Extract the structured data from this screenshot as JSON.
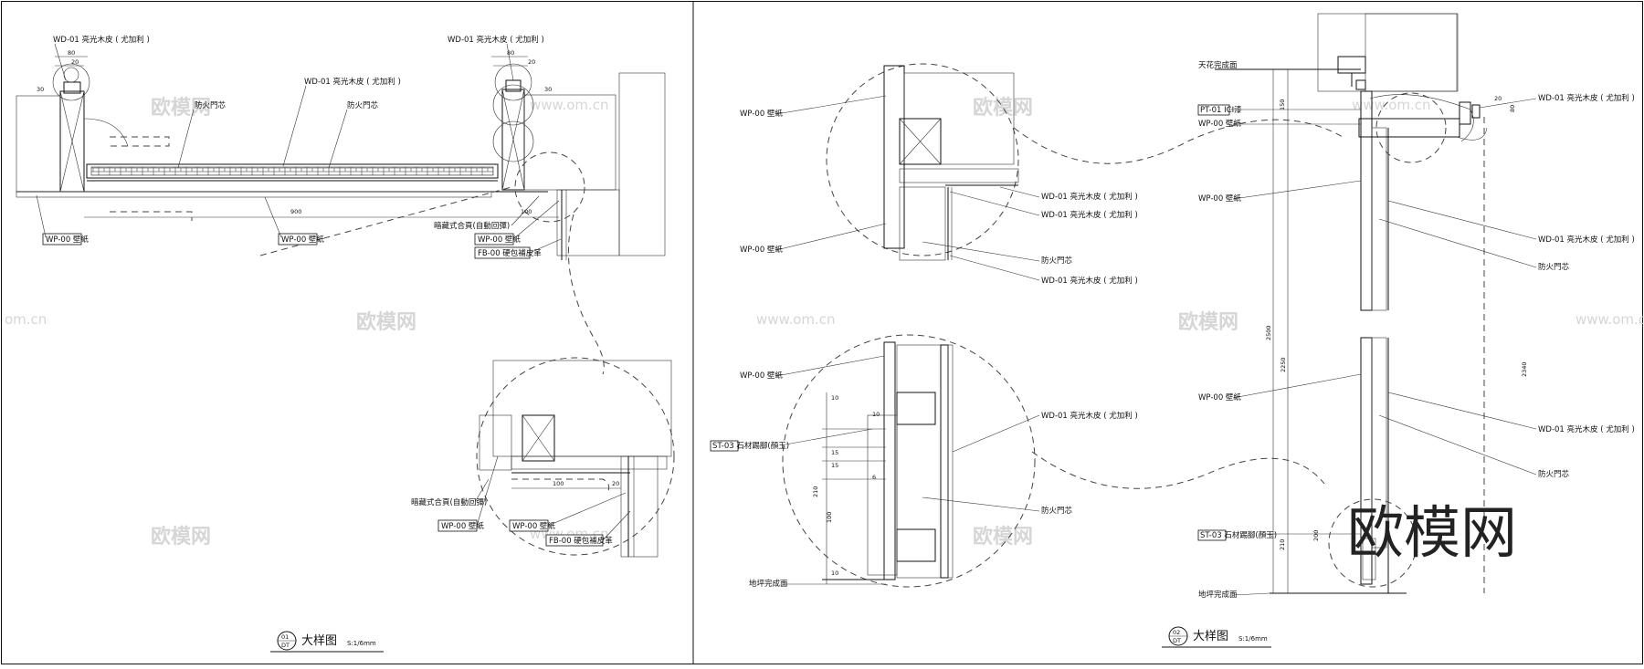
{
  "labels": {
    "wd01": "WD-01 亮光木皮 ( 尤加利 )",
    "wp00": "WP-00 壁紙",
    "fire_core": "防火門芯",
    "hinge": "暗藏式合頁(自動回彈)",
    "fb00": "FB-00 硬包補皮革",
    "st03": "ST-03 石材踢腳(顏玉)",
    "pt01": "PT-01 ICI漆",
    "ceiling": "天花完成面",
    "floor": "地坪完成面"
  },
  "dims": {
    "d80": "80",
    "d20": "20",
    "d30": "30",
    "d900": "900",
    "d100": "100",
    "d150": "150",
    "d2500": "2500",
    "d2250": "2250",
    "d2340": "2340",
    "d210": "210",
    "d200": "200",
    "d10": "10",
    "d15": "15",
    "d6": "6"
  },
  "titles": {
    "t1": {
      "num": "01",
      "sheet": "DT",
      "text": "大样图",
      "scale": "S:1/6mm"
    },
    "t2": {
      "num": "02",
      "sheet": "DT",
      "text": "大样图",
      "scale": "S:1/6mm"
    }
  },
  "watermark": {
    "cn": "欧模网",
    "url": "www.om.cn",
    "url_partial": "om.cn"
  }
}
